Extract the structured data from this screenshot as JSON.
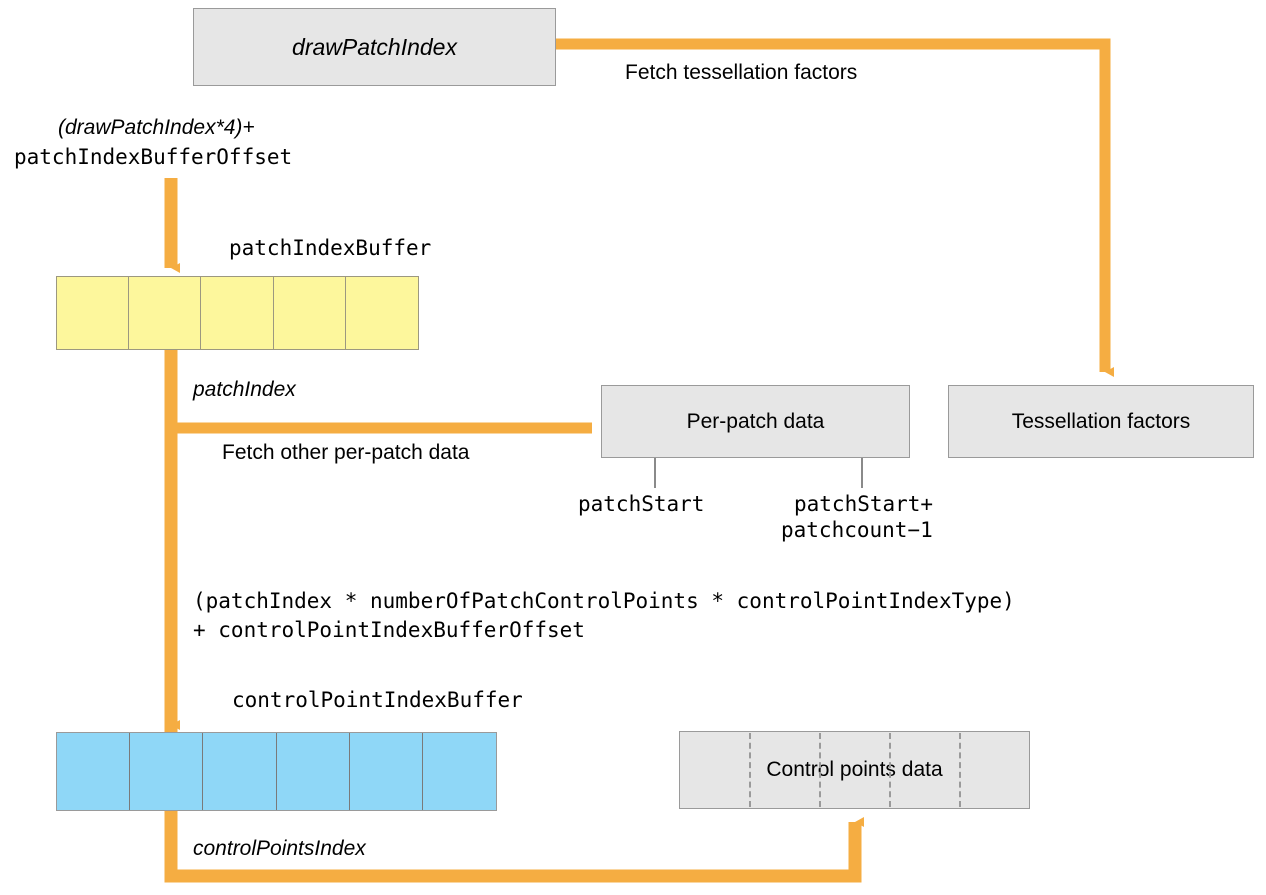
{
  "diagram": {
    "title": "Metal tessellation patch and control point indexing",
    "accent_color": "#f5ad42",
    "box_fill": "#e6e6e6",
    "box_stroke": "#9a9a9a",
    "yellow_buffer_fill": "#fdf79c",
    "blue_buffer_fill": "#8fd7f7"
  },
  "boxes": {
    "draw_patch_index": "drawPatchIndex",
    "per_patch_data": "Per-patch data",
    "tessellation_factors": "Tessellation factors",
    "control_points_data": "Control points data"
  },
  "buffers": {
    "patch_index_buffer": {
      "label": "patchIndexBuffer",
      "cell_count": 5,
      "fill": "#fdf79c"
    },
    "control_point_index_buffer": {
      "label": "controlPointIndexBuffer",
      "cell_count": 6,
      "fill": "#8fd7f7"
    }
  },
  "edge_labels": {
    "fetch_tessellation_factors": "Fetch tessellation factors",
    "fetch_other_per_patch_data": "Fetch other per-patch data",
    "patch_index": "patchIndex",
    "control_points_index": "controlPointsIndex"
  },
  "formulas": {
    "patch_index_offset_line1": "(drawPatchIndex*4)+",
    "patch_index_offset_line2": "patchIndexBufferOffset",
    "control_point_offset_line1": "(patchIndex * numberOfPatchControlPoints * controlPointIndexType)",
    "control_point_offset_line2": "+ controlPointIndexBufferOffset"
  },
  "range_labels": {
    "patch_start": "patchStart",
    "patch_end_line1": "patchStart+",
    "patch_end_line2": "patchcount−1"
  }
}
